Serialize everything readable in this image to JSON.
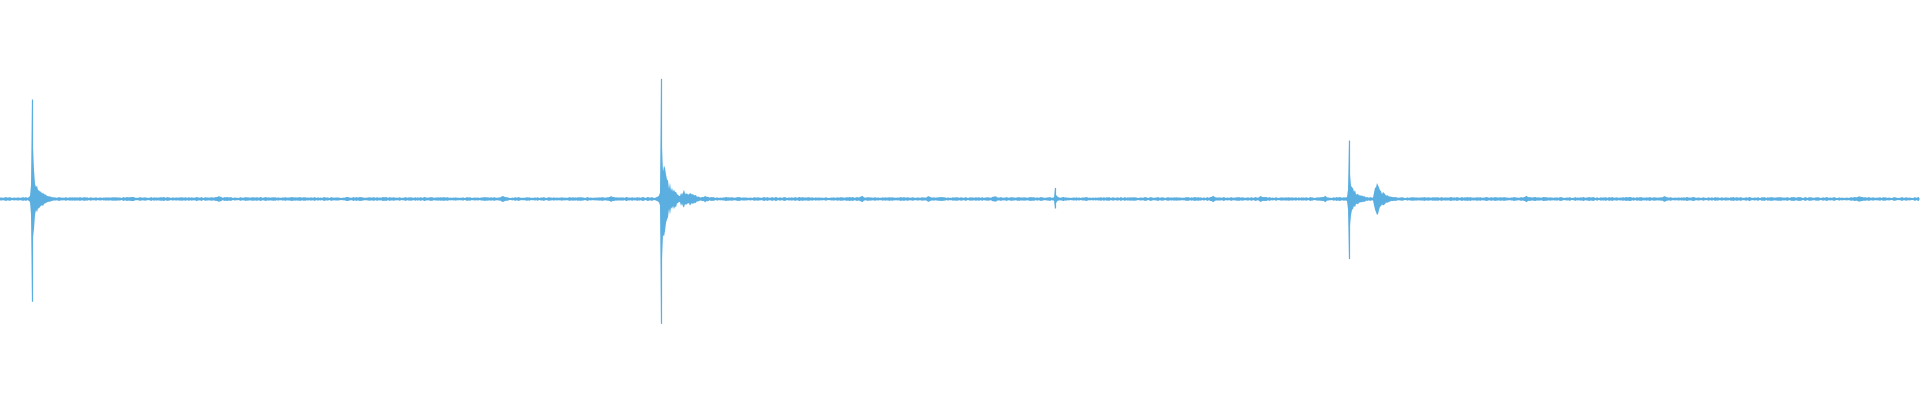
{
  "waveform": {
    "color": "#5aaee0",
    "background": "#ffffff",
    "transients": [
      {
        "time_fraction": 0.0166,
        "peak_up": 0.63,
        "peak_down": 0.65,
        "ring": [
          {
            "offset_fraction": 0.0006,
            "amplitude": 0.17
          },
          {
            "offset_fraction": 0.0019,
            "amplitude": 0.09
          },
          {
            "offset_fraction": 0.0045,
            "amplitude": 0.03
          }
        ]
      },
      {
        "time_fraction": 0.3441,
        "peak_up": 0.76,
        "peak_down": 0.79,
        "ring": [
          {
            "offset_fraction": 0.0013,
            "amplitude": 0.28
          },
          {
            "offset_fraction": 0.0115,
            "amplitude": 0.07
          },
          {
            "offset_fraction": 0.0153,
            "amplitude": 0.05
          },
          {
            "offset_fraction": 0.023,
            "amplitude": 0.02
          }
        ]
      },
      {
        "time_fraction": 0.5494,
        "peak_up": 0.07,
        "peak_down": 0.06,
        "ring": []
      },
      {
        "time_fraction": 0.7028,
        "peak_up": 0.37,
        "peak_down": 0.38,
        "ring": [
          {
            "offset_fraction": 0.0006,
            "amplitude": 0.12
          },
          {
            "offset_fraction": 0.014,
            "amplitude": 0.12
          },
          {
            "offset_fraction": 0.019,
            "amplitude": 0.03
          }
        ]
      }
    ],
    "minor_blips": [
      0.114,
      0.262,
      0.318,
      0.449,
      0.484,
      0.518,
      0.632,
      0.657,
      0.69,
      0.795,
      0.867,
      0.969
    ],
    "noise_floor": 0.008
  }
}
